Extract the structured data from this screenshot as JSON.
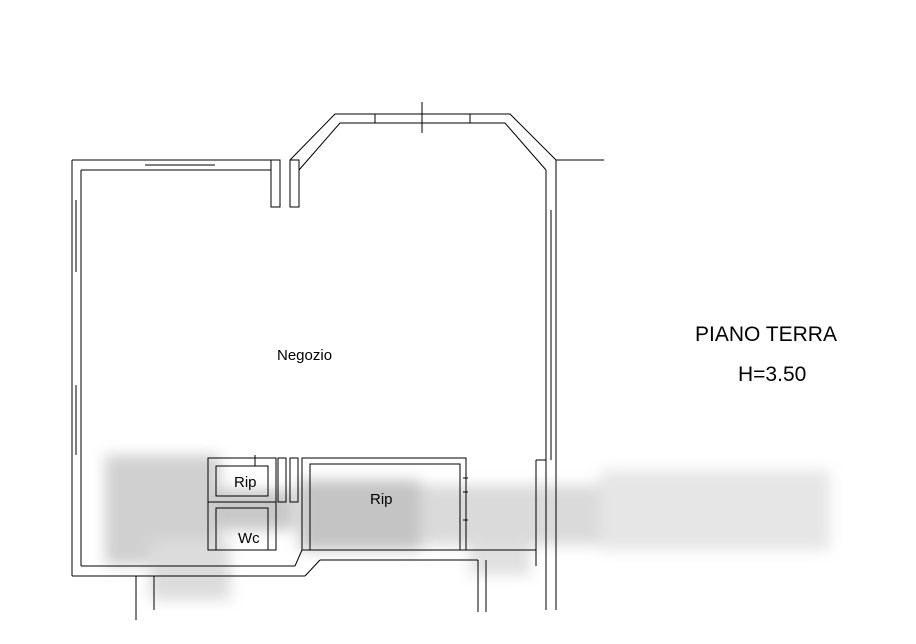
{
  "floor_plan": {
    "rooms": {
      "shop": "Negozio",
      "storage_small": "Rip",
      "wc": "Wc",
      "storage_large": "Rip"
    },
    "floor_title": "PIANO TERRA",
    "floor_height": "H=3.50"
  }
}
